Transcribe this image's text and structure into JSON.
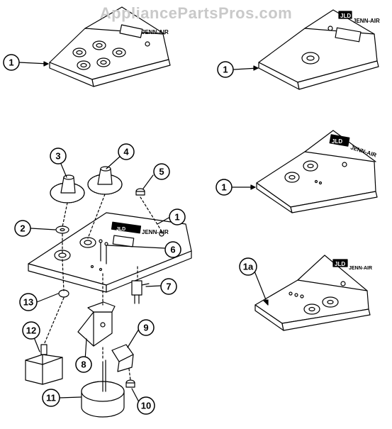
{
  "watermark": "AppliancePartsPros.com",
  "brand": {
    "name": "JENN-AIR",
    "badge": "JLD"
  },
  "callouts": [
    {
      "id": "c1a",
      "label": "1"
    },
    {
      "id": "c1b",
      "label": "1"
    },
    {
      "id": "c1c",
      "label": "1"
    },
    {
      "id": "c1d",
      "label": "1"
    },
    {
      "id": "c1e",
      "label": "1a"
    },
    {
      "id": "c2",
      "label": "2"
    },
    {
      "id": "c3",
      "label": "3"
    },
    {
      "id": "c4",
      "label": "4"
    },
    {
      "id": "c5",
      "label": "5"
    },
    {
      "id": "c6",
      "label": "6"
    },
    {
      "id": "c7",
      "label": "7"
    },
    {
      "id": "c8",
      "label": "8"
    },
    {
      "id": "c9",
      "label": "9"
    },
    {
      "id": "c10",
      "label": "10"
    },
    {
      "id": "c11",
      "label": "11"
    },
    {
      "id": "c12",
      "label": "12"
    },
    {
      "id": "c13",
      "label": "13"
    }
  ]
}
